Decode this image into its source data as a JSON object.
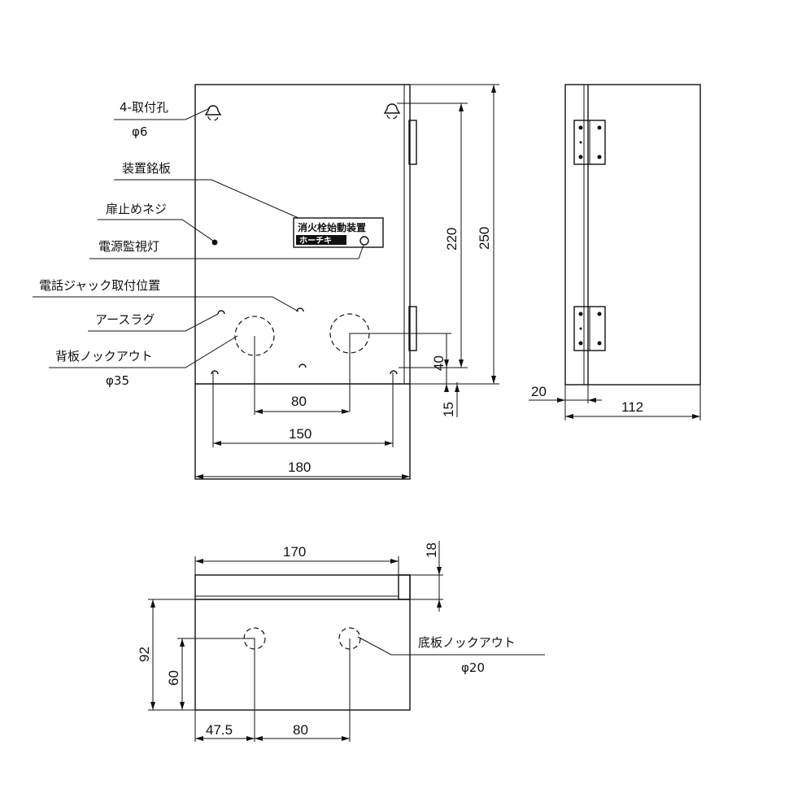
{
  "front": {
    "labels": {
      "mount_holes": "4-取付孔",
      "mount_holes_dia": "φ6",
      "nameplate": "装置銘板",
      "door_screw": "扉止めネジ",
      "power_lamp": "電源監視灯",
      "phone_jack": "電話ジャック取付位置",
      "earth_lug": "アースラグ",
      "back_knockout": "背板ノックアウト",
      "back_knockout_dia": "φ35"
    },
    "nameplate_text": "消火栓始動装置",
    "nameplate_brand": "ホーチキ",
    "dims": {
      "knockout_pitch": "80",
      "lug_pitch": "150",
      "width": "180",
      "hole_pitch": "220",
      "height": "250",
      "knockout_height": "40",
      "bottom_offset": "15"
    }
  },
  "side": {
    "dims": {
      "door_depth": "20",
      "depth": "112"
    }
  },
  "bottom": {
    "labels": {
      "bottom_knockout": "底板ノックアウト",
      "bottom_knockout_dia": "φ20"
    },
    "dims": {
      "width": "170",
      "step": "18",
      "depth": "92",
      "knockout_offset": "60",
      "left_offset": "47.5",
      "knockout_pitch": "80"
    }
  }
}
